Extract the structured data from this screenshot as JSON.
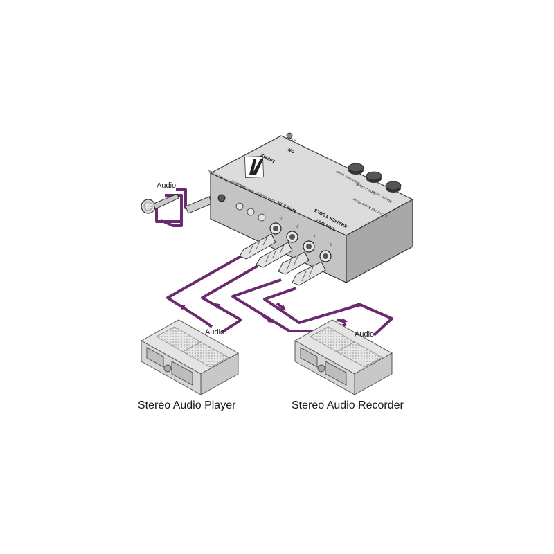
{
  "labels": {
    "mic_audio": "Audio",
    "player_audio": "Audio",
    "recorder_audio": "Audio",
    "player_caption": "Stereo Audio Player",
    "recorder_caption": "Stereo Audio Recorder"
  },
  "device": {
    "model": "102MX",
    "brand": "KRAMER TOOLS",
    "subtitle": "2 Channel Audio Mixer",
    "power_label": "ON",
    "power_input": "12V DC",
    "knob_labels": [
      "Master Level",
      "Line 2 Level",
      "Mic/Line1 Level"
    ],
    "front_labels": [
      "Mic/Line 1 IN",
      "Mic Gain",
      "Line Gain Select",
      "Tone Select"
    ],
    "rca_labels": [
      "Line 2 IN",
      "Line OUT"
    ],
    "lr_labels": [
      "L",
      "R",
      "L",
      "R"
    ]
  },
  "colors": {
    "cable": "#6b2a6e",
    "device_top": "#dcdcdc",
    "device_front": "#c4c4c4",
    "outline": "#333333"
  }
}
